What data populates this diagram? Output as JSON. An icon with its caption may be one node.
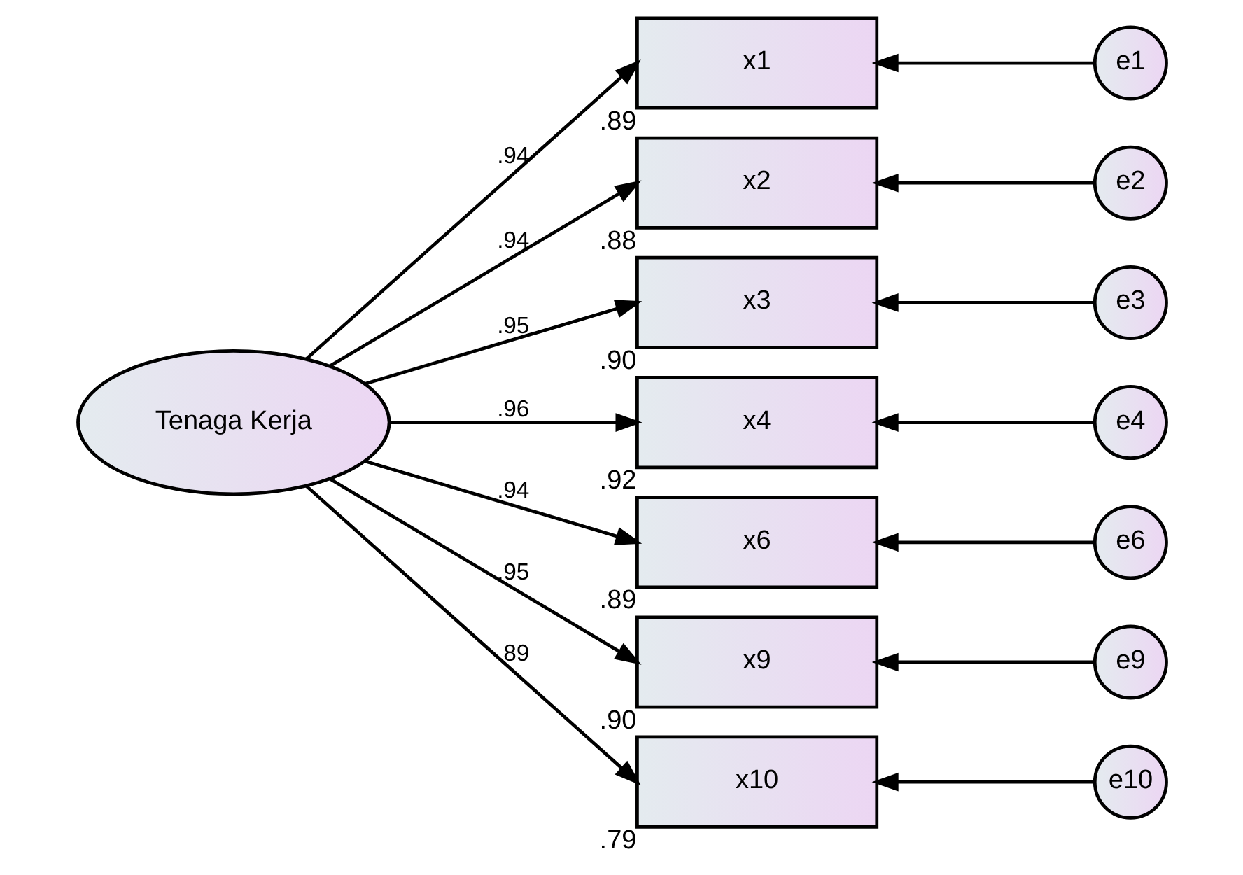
{
  "diagram": {
    "nodes": [
      {
        "text": [
          "Tenaga Kerja"
        ]
      },
      {
        "text": [
          "x1"
        ],
        "beside": [
          ".89"
        ]
      },
      {
        "text": [
          "x2"
        ],
        "beside": [
          ".88"
        ]
      },
      {
        "text": [
          "x3"
        ],
        "beside": [
          ".90"
        ]
      },
      {
        "text": [
          "x4"
        ],
        "beside": [
          ".92"
        ]
      },
      {
        "text": [
          "x6"
        ],
        "beside": [
          ".89"
        ]
      },
      {
        "text": [
          "x9"
        ],
        "beside": [
          ".90"
        ]
      },
      {
        "text": [
          "x10"
        ],
        "beside": [
          ".79"
        ]
      },
      {
        "text": [
          "e1"
        ]
      },
      {
        "text": [
          "e2"
        ]
      },
      {
        "text": [
          "e3"
        ]
      },
      {
        "text": [
          "e4"
        ]
      },
      {
        "text": [
          "e6"
        ]
      },
      {
        "text": [
          "e9"
        ]
      },
      {
        "text": [
          "e10"
        ]
      }
    ],
    "edges": [
      {
        "from": 0,
        "to": 1,
        "arrow": "to",
        "label": ".94"
      },
      {
        "from": 0,
        "to": 2,
        "arrow": "to",
        "label": ".94"
      },
      {
        "from": 0,
        "to": 3,
        "arrow": "to",
        "label": ".95"
      },
      {
        "from": 0,
        "to": 4,
        "arrow": "to",
        "label": ".96"
      },
      {
        "from": 0,
        "to": 5,
        "arrow": "to",
        "label": ".94"
      },
      {
        "from": 0,
        "to": 6,
        "arrow": "to",
        "label": ".95"
      },
      {
        "from": 0,
        "to": 7,
        "arrow": "to",
        "label": ".89"
      },
      {
        "from": 8,
        "to": 1,
        "arrow": "to"
      },
      {
        "from": 9,
        "to": 2,
        "arrow": "to"
      },
      {
        "from": 10,
        "to": 3,
        "arrow": "to"
      },
      {
        "from": 11,
        "to": 4,
        "arrow": "to"
      },
      {
        "from": 12,
        "to": 5,
        "arrow": "to"
      },
      {
        "from": 13,
        "to": 6,
        "arrow": "to"
      },
      {
        "from": 14,
        "to": 7,
        "arrow": "to"
      }
    ]
  }
}
